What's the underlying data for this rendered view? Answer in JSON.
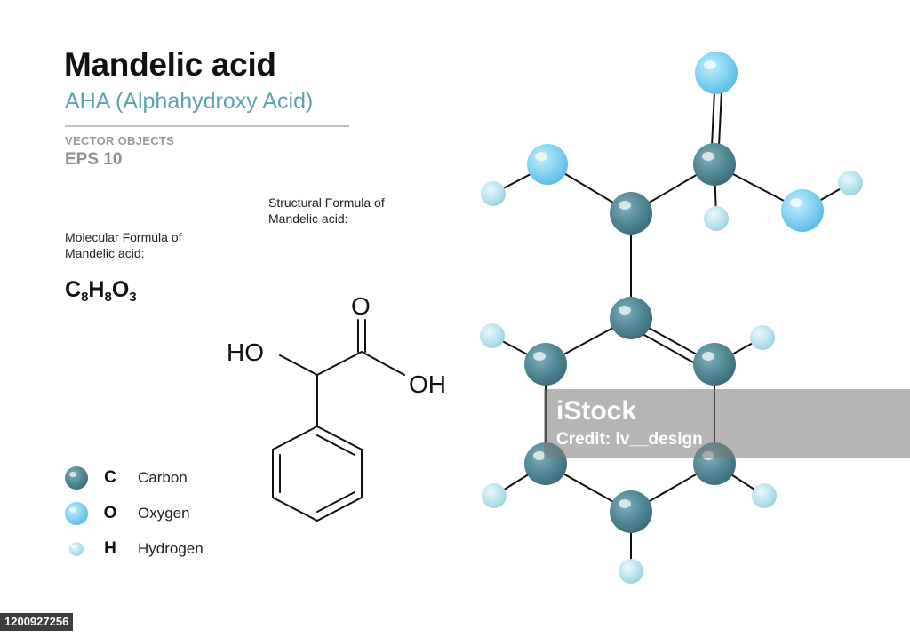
{
  "header": {
    "title": "Mandelic acid",
    "subtitle": "AHA  (Alphahydroxy Acid)",
    "vector_objects": "VECTOR OBJECTS",
    "eps": "EPS 10"
  },
  "labels": {
    "molecular_formula": "Molecular Formula of Mandelic acid:",
    "structural_formula": "Structural  Formula of Mandelic acid:"
  },
  "formula": {
    "c": "C",
    "c_n": "8",
    "h": "H",
    "h_n": "8",
    "o": "O",
    "o_n": "3"
  },
  "skeletal": {
    "ho": "HO",
    "o": "O",
    "oh": "OH"
  },
  "legend": [
    {
      "symbol": "C",
      "name": "Carbon",
      "color": "#4f8592"
    },
    {
      "symbol": "O",
      "name": "Oxygen",
      "color": "#7fd0f2"
    },
    {
      "symbol": "H",
      "name": "Hydrogen",
      "color": "#b8e3ef"
    }
  ],
  "colors": {
    "carbon": "#4f8592",
    "oxygen": "#7fd0f2",
    "hydrogen": "#b8e3ef",
    "subtitle": "#5aa2ad"
  },
  "watermark": {
    "logo": "iStock",
    "credit": "Credit: lv__design"
  },
  "stock_id": "1200927256"
}
